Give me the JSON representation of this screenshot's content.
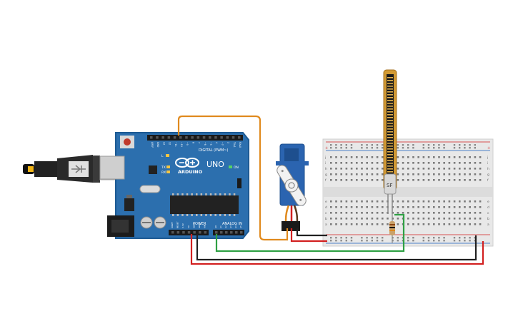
{
  "arduino": {
    "brand": "ARDUINO",
    "model": "UNO",
    "header_digital": "DIGITAL (PWM~)",
    "header_power": "POWER",
    "header_analog": "ANALOG IN",
    "led_l": "L",
    "led_tx": "TX",
    "led_rx": "RX",
    "led_on": "ON",
    "digital_pins": [
      "AREF",
      "GND",
      "13",
      "12",
      "~11",
      "~10",
      "~9",
      "8",
      "7",
      "~6",
      "~5",
      "4",
      "~3",
      "2",
      "TX▸1",
      "RX◂0"
    ],
    "power_pins": [
      "IOREF",
      "RESET",
      "3.3V",
      "5V",
      "GND",
      "GND",
      "VIN"
    ],
    "analog_pins": [
      "A0",
      "A1",
      "A2",
      "A3",
      "A4",
      "A5"
    ]
  },
  "flex_sensor": {
    "label": "SF"
  },
  "breadboard": {
    "row_letters_top": [
      "j",
      "i",
      "h",
      "g",
      "f"
    ],
    "row_letters_bottom": [
      "e",
      "d",
      "c",
      "b",
      "a"
    ],
    "rail_plus": "+",
    "rail_minus": "-"
  },
  "colors": {
    "board": "#2c6fae",
    "board_edge": "#1d5a93",
    "breadboard": "#e8e8e8",
    "wire_orange": "#e08a1e",
    "wire_red": "#d22020",
    "wire_black": "#202020",
    "wire_green": "#2ea043",
    "servo": "#2b64b0"
  }
}
